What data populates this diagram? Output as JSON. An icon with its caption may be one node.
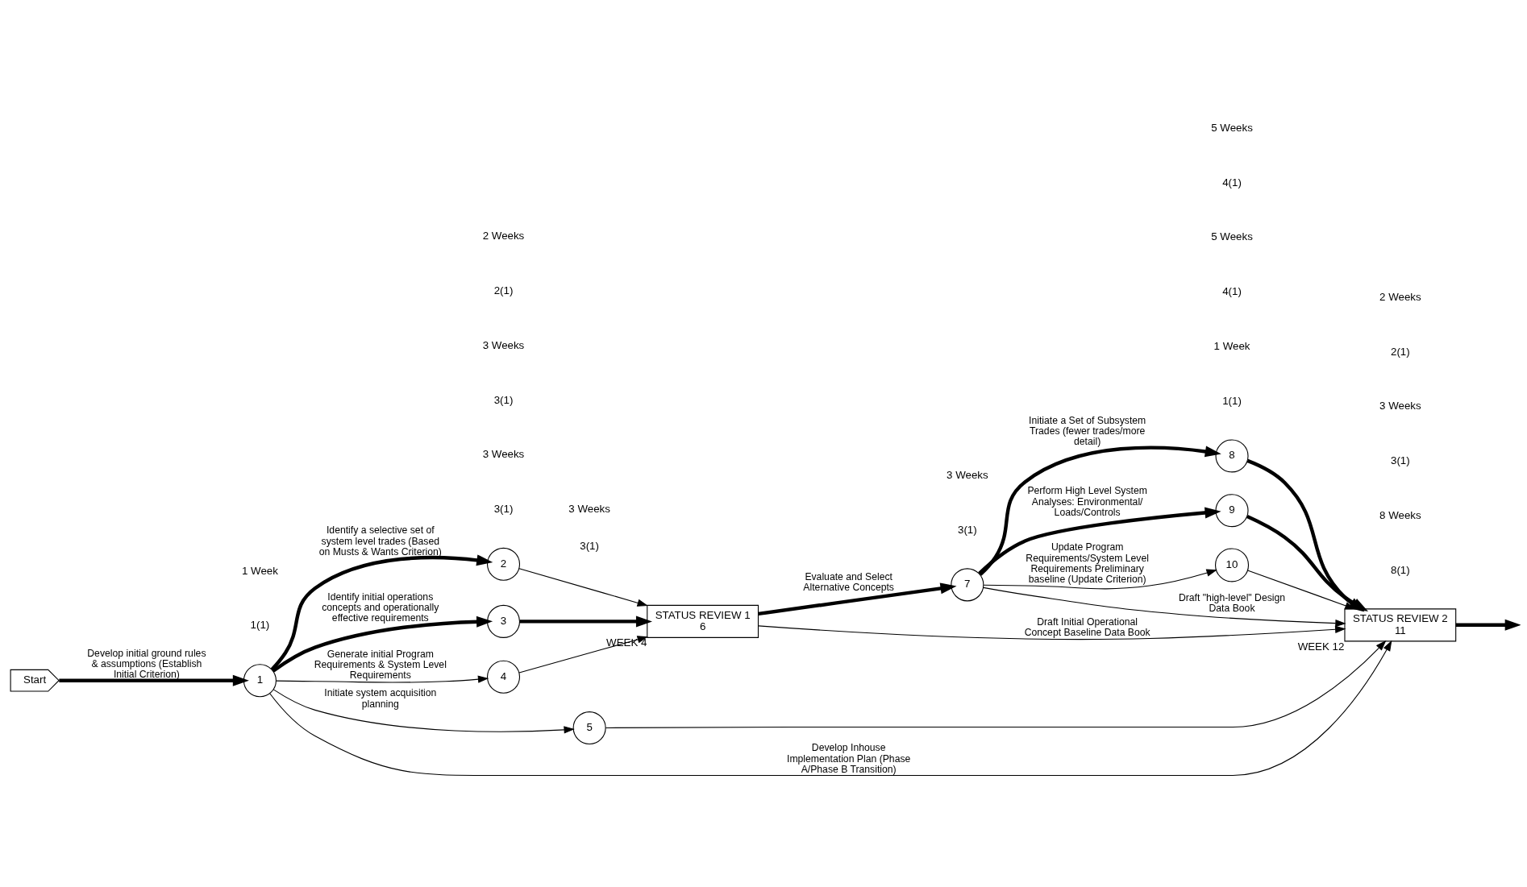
{
  "diagram": {
    "nodes": [
      {
        "text": [
          "Start"
        ]
      },
      {
        "text": [
          "1"
        ]
      },
      {
        "text": [
          "2"
        ]
      },
      {
        "text": [
          "3"
        ]
      },
      {
        "text": [
          "4"
        ]
      },
      {
        "text": [
          "5"
        ]
      },
      {
        "text": [
          "STATUS REVIEW 1",
          "6"
        ],
        "beside": [
          "WEEK 4"
        ]
      },
      {
        "text": [
          "7"
        ]
      },
      {
        "text": [
          "8"
        ]
      },
      {
        "text": [
          "9"
        ]
      },
      {
        "text": [
          "10"
        ]
      },
      {
        "text": [
          "STATUS REVIEW 2",
          "11"
        ],
        "beside": [
          "WEEK 12"
        ]
      }
    ],
    "edges": [
      {
        "from": 0,
        "to": 1,
        "arrow": "to",
        "label": "Develop initial ground rules & assumptions (Establish Initial Criterion)",
        "style": "thick"
      },
      {
        "from": 1,
        "to": 2,
        "arrow": "to",
        "label": "Identify a selective set of system level trades (Based on Musts & Wants Criterion)",
        "style": "thick"
      },
      {
        "from": 1,
        "to": 3,
        "arrow": "to",
        "label": "Identify initial operations concepts and operationally effective requirements",
        "style": "thick"
      },
      {
        "from": 1,
        "to": 4,
        "arrow": "to",
        "label": "Generate initial Program Requirements & System Level Requirements"
      },
      {
        "from": 1,
        "to": 5,
        "arrow": "to",
        "label": "Initiate system acquisition planning"
      },
      {
        "from": 1,
        "to": 11,
        "arrow": "to",
        "label": "Develop Inhouse Implementation Plan (Phase A/Phase B Transition)"
      },
      {
        "from": 2,
        "to": 6,
        "arrow": "to"
      },
      {
        "from": 3,
        "to": 6,
        "arrow": "to",
        "style": "thick"
      },
      {
        "from": 4,
        "to": 6,
        "arrow": "to"
      },
      {
        "from": 6,
        "to": 7,
        "arrow": "to",
        "label": "Evaluate and Select Alternative Concepts",
        "style": "thick"
      },
      {
        "from": 6,
        "to": 11,
        "arrow": "to",
        "label": "Draft Initial Operational Concept Baseline Data Book"
      },
      {
        "from": 7,
        "to": 10,
        "arrow": "to",
        "label": "Update Program Requirements/System Level Requirements Preliminary baseline (Update Criterion)"
      },
      {
        "from": 7,
        "to": 9,
        "arrow": "to",
        "label": "Perform High Level System Analyses: Environmental/ Loads/Controls",
        "style": "thick"
      },
      {
        "from": 7,
        "to": 8,
        "arrow": "to",
        "label": "Initiate a Set of Subsystem Trades (fewer trades/more detail)",
        "style": "thick"
      },
      {
        "from": 7,
        "to": 11,
        "arrow": "to",
        "label": "Draft \"high-level\" Design Data Book"
      },
      {
        "from": 10,
        "to": 11,
        "arrow": "to"
      },
      {
        "from": 9,
        "to": 11,
        "arrow": "to",
        "style": "thick"
      },
      {
        "from": 8,
        "to": 11,
        "arrow": "to",
        "style": "thick"
      },
      {
        "from": 5,
        "to": 11,
        "arrow": "to"
      },
      {
        "from": 11,
        "to": null,
        "arrow": "to",
        "style": "thick"
      }
    ],
    "labels": [
      "1(1)",
      "1 Week",
      "3(1)",
      "3 Weeks",
      "3(1)",
      "3 Weeks",
      "2(1)",
      "2 Weeks",
      "3(1)",
      "3 Weeks",
      "8(1)",
      "8 Weeks",
      "3(1)",
      "3 Weeks",
      "3(1)",
      "3 Weeks",
      "1(1)",
      "1 Week",
      "4(1)",
      "5 Weeks",
      "4(1)",
      "5 Weeks",
      "2(1)",
      "2 Weeks"
    ]
  }
}
